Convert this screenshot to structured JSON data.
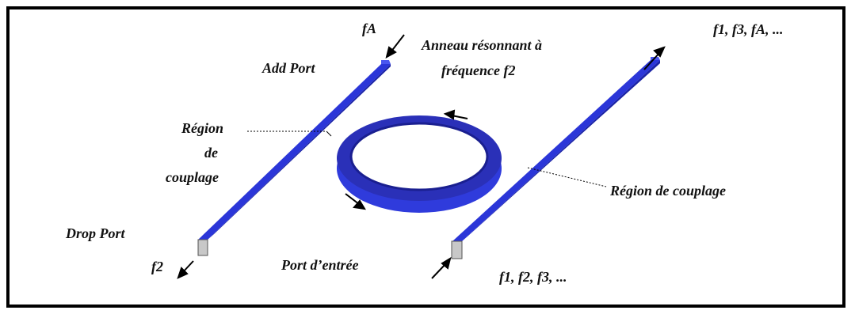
{
  "labels": {
    "f_a": "fA",
    "ring_line1": "Anneau résonnant à",
    "ring_line2": "fréquence f2",
    "top_right": "f1, f3, fA, ...",
    "add_port": "Add Port",
    "region_left_1": "Région",
    "region_left_2": "de",
    "region_left_3": "couplage",
    "region_right": "Région de couplage",
    "drop_port": "Drop Port",
    "f2": "f2",
    "port_entree": "Port d’entrée",
    "bottom_right": "f1, f2, f3, ..."
  },
  "colors": {
    "waveguide": "#2b36d8",
    "waveguide_dark": "#1b23a6",
    "ring_outer": "#2a30c4",
    "ring_inner_band": "#3a46e8",
    "port_face": "#c8c8c8",
    "border": "#000000"
  }
}
